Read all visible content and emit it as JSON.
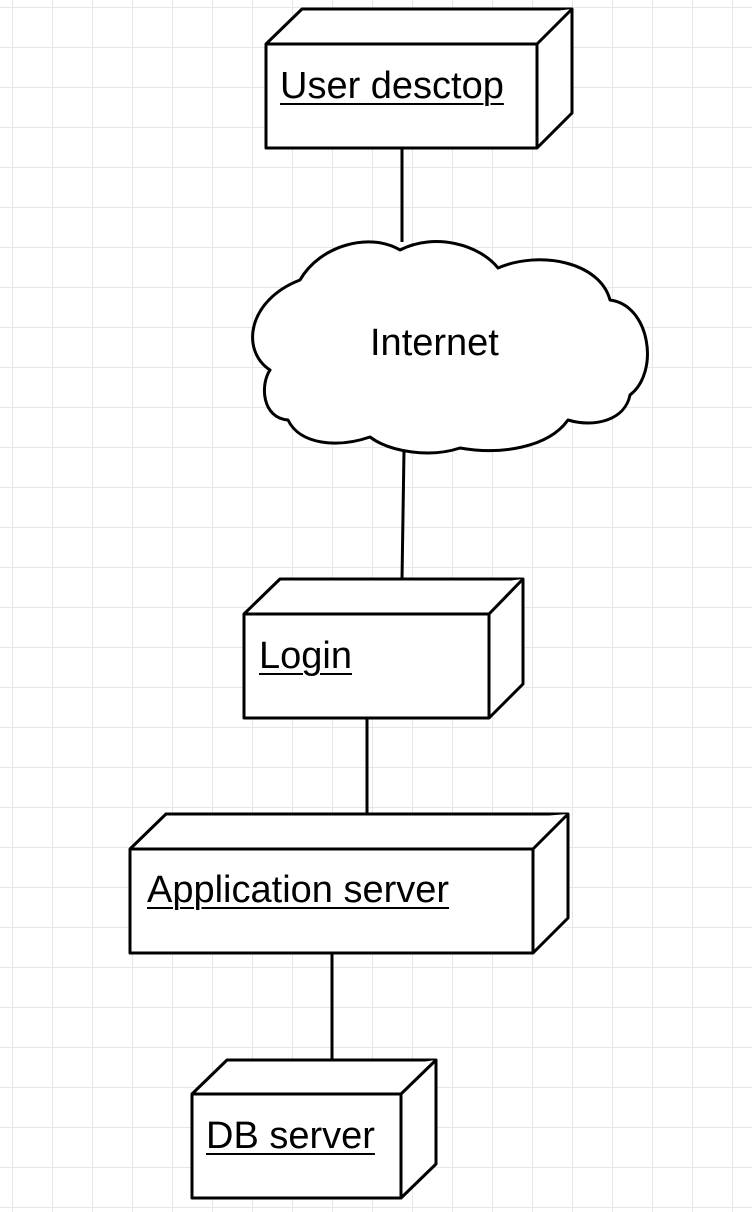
{
  "diagram": {
    "nodes": {
      "user_desktop": {
        "label": "User desctop"
      },
      "internet": {
        "label": "Internet"
      },
      "login": {
        "label": "Login"
      },
      "application_server": {
        "label": "Application server"
      },
      "db_server": {
        "label": "DB server"
      }
    },
    "edges": [
      {
        "from": "user_desktop",
        "to": "internet"
      },
      {
        "from": "internet",
        "to": "login"
      },
      {
        "from": "login",
        "to": "application_server"
      },
      {
        "from": "application_server",
        "to": "db_server"
      }
    ],
    "colors": {
      "stroke": "#000000",
      "fill": "#ffffff",
      "grid": "#e6e6e6"
    }
  }
}
